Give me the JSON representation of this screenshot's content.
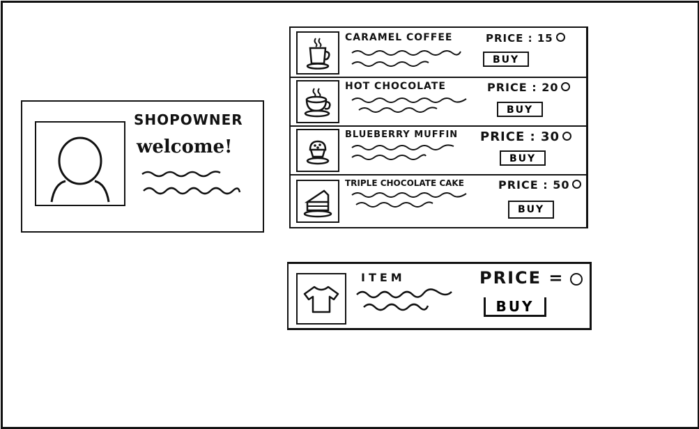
{
  "owner": {
    "name": "SHOPOWNER",
    "welcome": "welcome!"
  },
  "products": [
    {
      "name": "CARAMEL COFFEE",
      "price_label": "PRICE : 15",
      "buy_label": "BUY",
      "icon": "coffee-cup-icon"
    },
    {
      "name": "HOT CHOCOLATE",
      "price_label": "PRICE : 20",
      "buy_label": "BUY",
      "icon": "hot-chocolate-mug-icon"
    },
    {
      "name": "BLUEBERRY MUFFIN",
      "price_label": "PRICE : 30",
      "buy_label": "BUY",
      "icon": "muffin-icon"
    },
    {
      "name": "TRIPLE CHOCOLATE CAKE",
      "price_label": "PRICE : 50",
      "buy_label": "BUY",
      "icon": "cake-slice-icon"
    }
  ],
  "template_item": {
    "name": "ITEM",
    "price_label": "PRICE =",
    "buy_label": "BUY",
    "icon": "tshirt-icon"
  },
  "colors": {
    "ink": "#111111",
    "paper": "#ffffff"
  }
}
